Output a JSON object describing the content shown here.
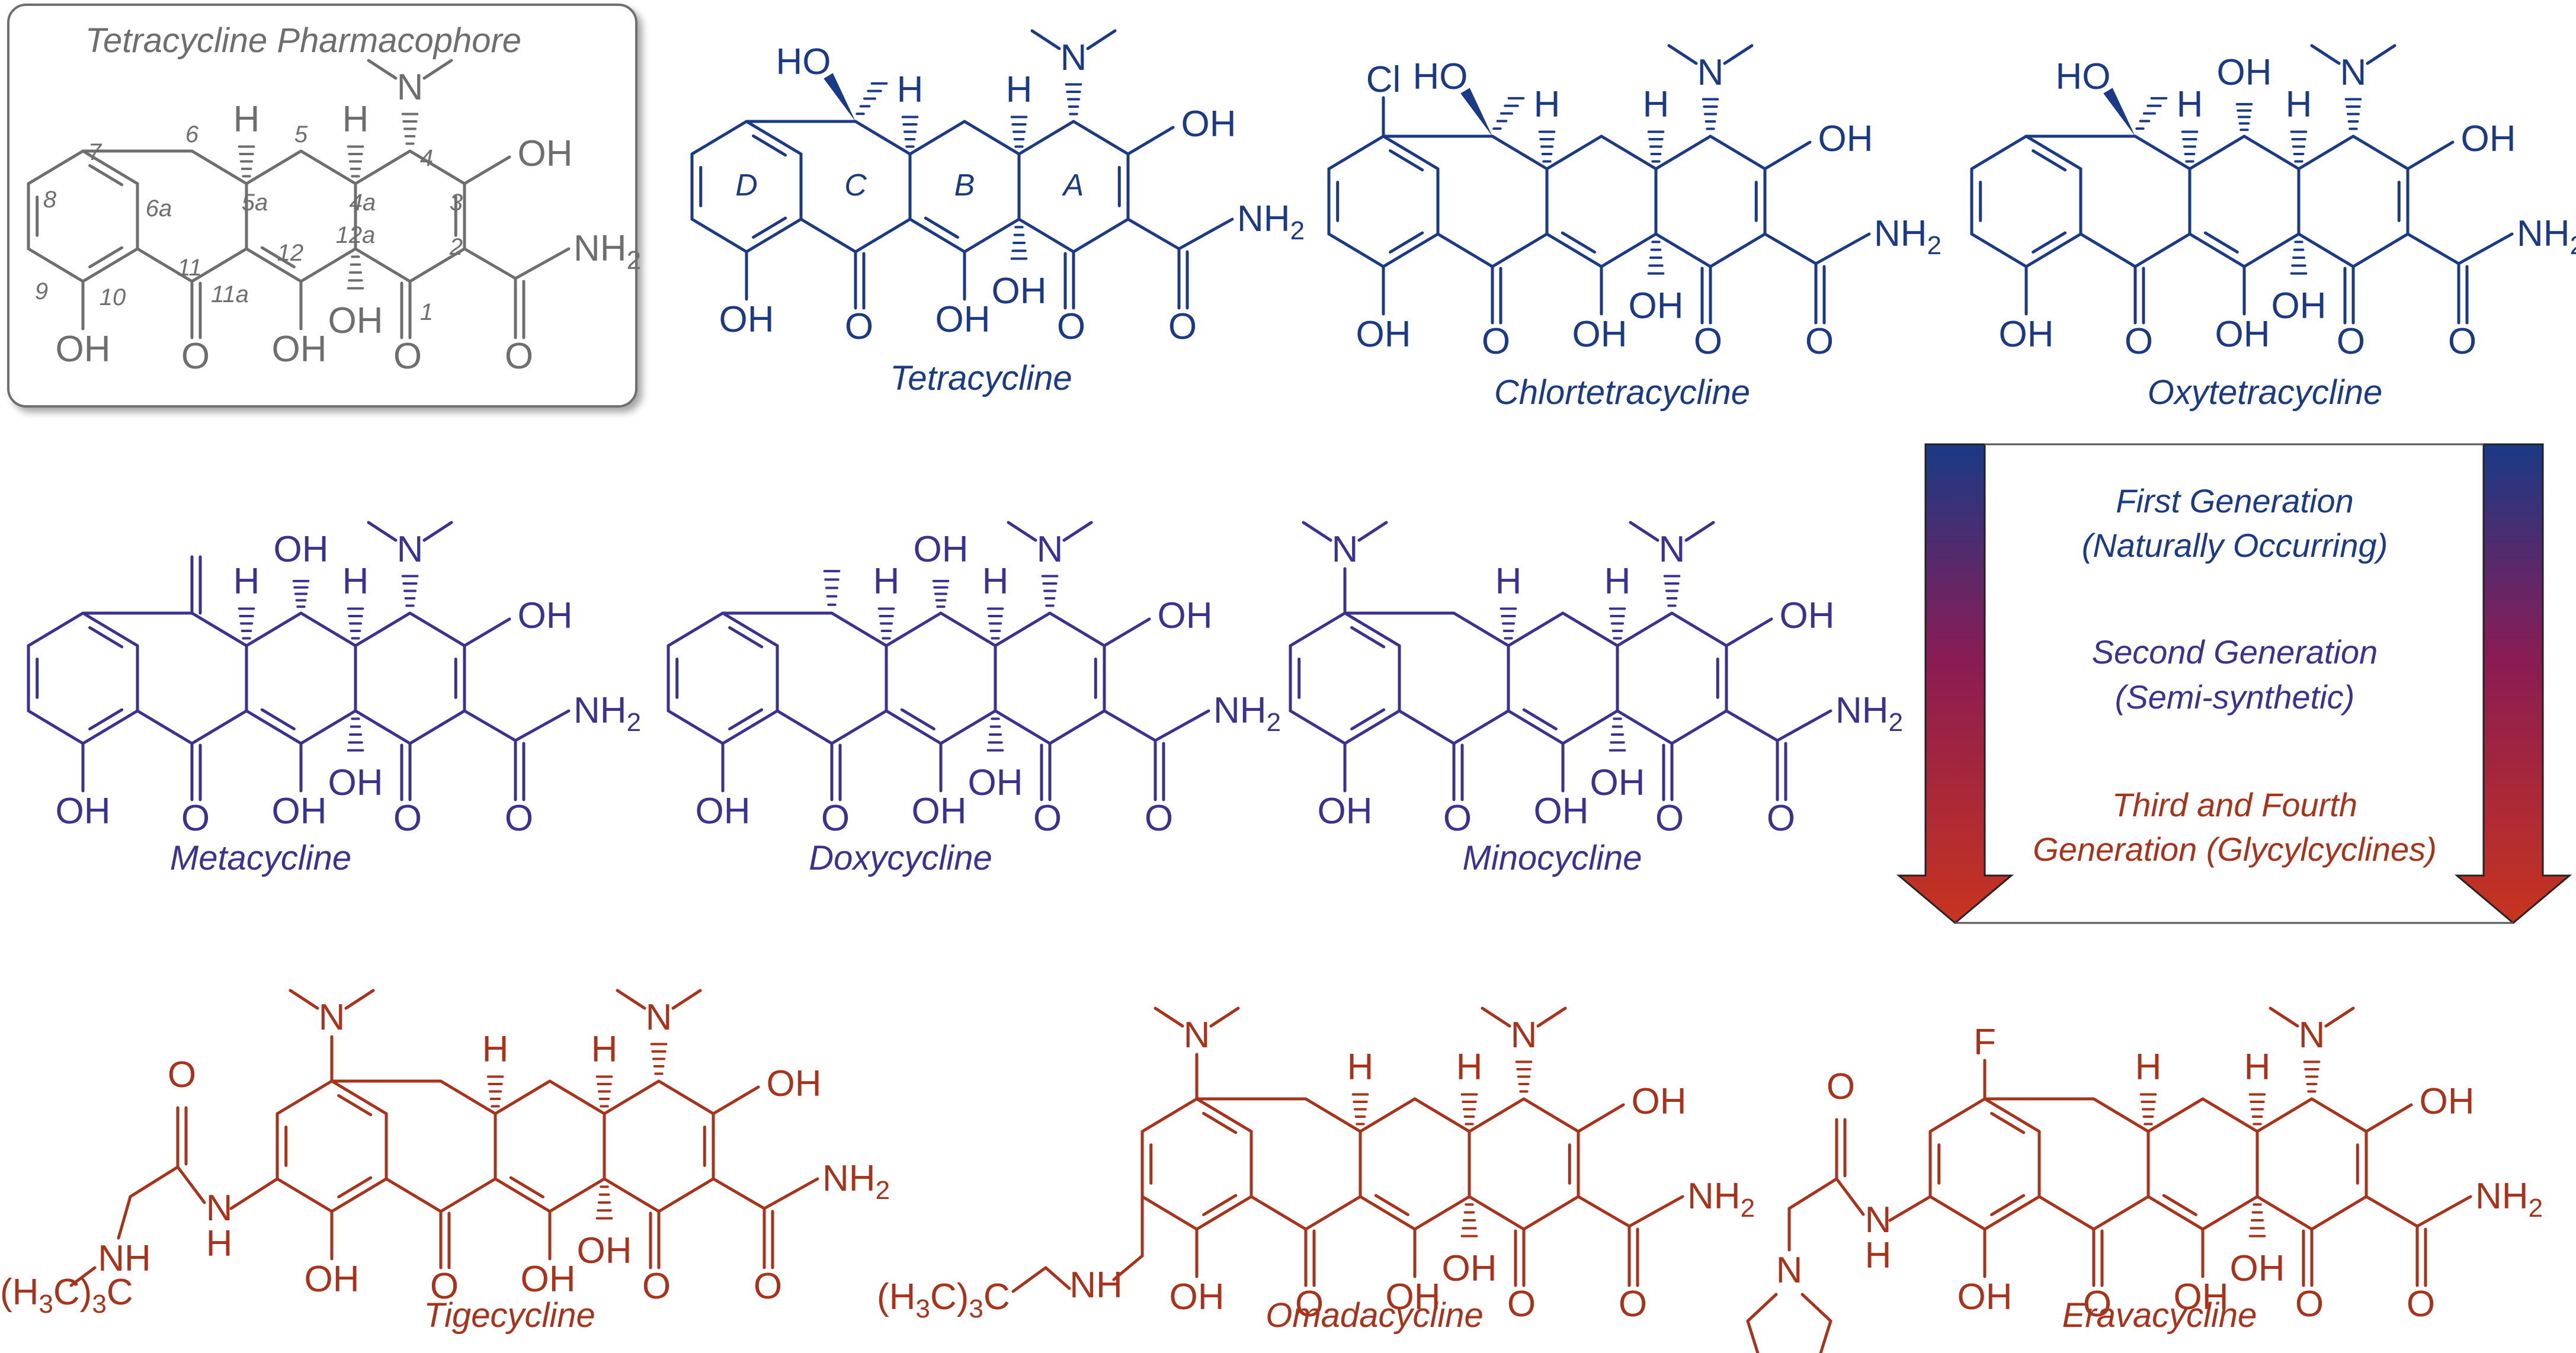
{
  "colors": {
    "pharmacophore": "#6e6e6e",
    "first_generation": "#1a3a86",
    "second_generation": "#3b3190",
    "third_generation": "#a8331a",
    "panel_border": "#6e6e6e",
    "arrow_top": "#1a3a86",
    "arrow_mid": "#8a1c54",
    "arrow_bottom": "#c8341e"
  },
  "pharmacophore": {
    "title": "Tetracycline Pharmacophore",
    "labels": {
      "oh": "OH",
      "o": "O",
      "h": "H",
      "n": "N",
      "nh2": "NH",
      "sub2": "2"
    },
    "positions": [
      "1",
      "2",
      "3",
      "4",
      "4a",
      "5",
      "5a",
      "6",
      "6a",
      "7",
      "8",
      "9",
      "10",
      "11",
      "11a",
      "12",
      "12a"
    ]
  },
  "rings": [
    "D",
    "C",
    "B",
    "A"
  ],
  "atoms": {
    "oh": "OH",
    "ho": "HO",
    "o": "O",
    "h": "H",
    "n": "N",
    "nh": "NH",
    "nh2": "NH",
    "sub2": "2",
    "sub3": "3",
    "cl": "Cl",
    "f": "F",
    "tbu_prefix": "(H",
    "tbu_mid": "C)",
    "tbu_suffix": "C"
  },
  "compounds": [
    {
      "name": "Tetracycline",
      "generation": "first"
    },
    {
      "name": "Chlortetracycline",
      "generation": "first"
    },
    {
      "name": "Oxytetracycline",
      "generation": "first"
    },
    {
      "name": "Metacycline",
      "generation": "second"
    },
    {
      "name": "Doxycycline",
      "generation": "second"
    },
    {
      "name": "Minocycline",
      "generation": "second"
    },
    {
      "name": "Tigecycline",
      "generation": "third"
    },
    {
      "name": "Omadacycline",
      "generation": "third"
    },
    {
      "name": "Eravacycline",
      "generation": "third"
    }
  ],
  "legend": {
    "first_line1": "First Generation",
    "first_line2": "(Naturally Occurring)",
    "second_line1": "Second Generation",
    "second_line2": "(Semi-synthetic)",
    "third_line1": "Third and Fourth",
    "third_line2": "Generation (Glycylcyclines)"
  }
}
